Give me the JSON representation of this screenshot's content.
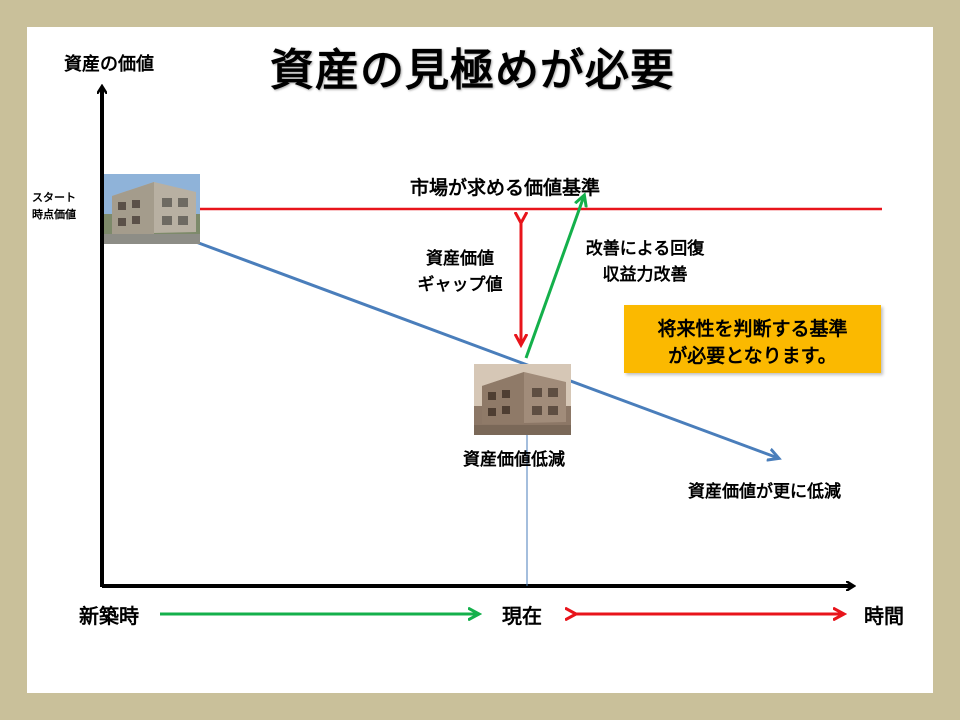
{
  "title": "資産の見極めが必要",
  "y_axis_label": "資産の価値",
  "start_label": [
    "スタート",
    "時点価値"
  ],
  "market_standard_label": "市場が求める価値基準",
  "gap_label": [
    "資産価値",
    "ギャップ値"
  ],
  "recovery_label": [
    "改善による回復",
    "収益力改善"
  ],
  "note": [
    "将来性を判断する基準",
    "が必要となります。"
  ],
  "decline_label": "資産価値低減",
  "further_decline_label": "資産価値が更に低減",
  "x_axis": {
    "new_build": "新築時",
    "present": "現在",
    "time": "時間"
  },
  "colors": {
    "background": "#c9c09a",
    "market_line": "#e8141b",
    "value_line": "#4a7ebb",
    "arrow_green": "#14b04b",
    "arrow_red": "#e8141b",
    "note_box": "#fbb900"
  }
}
